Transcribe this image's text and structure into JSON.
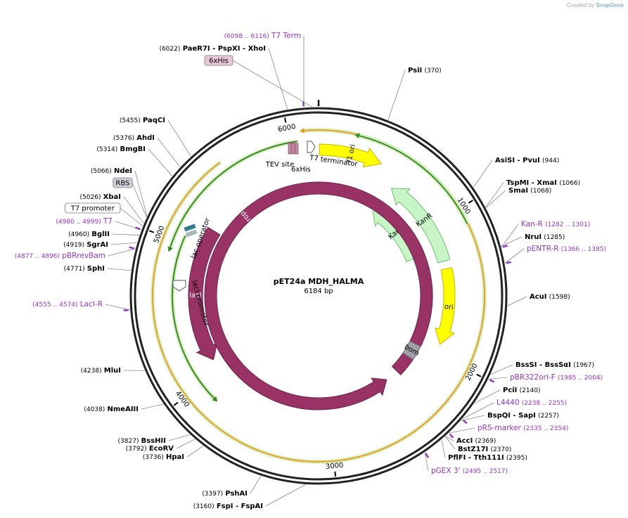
{
  "credit": {
    "prefix": "Created by",
    "brand": "SnapGene"
  },
  "title": "pET24a MDH_HALMA",
  "size_label": "6184 bp",
  "total_bp": 6184,
  "ticks": [
    "1000",
    "2000",
    "3000",
    "4000",
    "5000",
    "6000"
  ],
  "features": [
    {
      "name": "f1 ori",
      "start": 6,
      "end": 435,
      "dir": 1,
      "track": 1,
      "color": "#ffff00",
      "stroke": "#c8b400",
      "label": "f1 ori"
    },
    {
      "name": "KanR",
      "start": 1180,
      "end": 560,
      "dir": -1,
      "track": 2,
      "color": "#c8f5c8",
      "stroke": "#6cbf6c",
      "label": "KanR"
    },
    {
      "name": "KanR",
      "start": 1280,
      "end": 585,
      "dir": -1,
      "track": 1,
      "color": "#c8f5c8",
      "stroke": "#6cbf6c",
      "label": "KanR"
    },
    {
      "name": "ori",
      "start": 1340,
      "end": 1920,
      "dir": 1,
      "track": 1,
      "color": "#ffff00",
      "stroke": "#c8b400",
      "label": "ori"
    },
    {
      "name": "lacI",
      "start": 5185,
      "end": 4100,
      "dir": -1,
      "track": 1,
      "color": "#993366",
      "stroke": "#6e2249",
      "label": "lacI"
    },
    {
      "name": "rop",
      "start": 2300,
      "end": 2420,
      "dir": -1,
      "track": 2,
      "color": "#993366",
      "stroke": "#6e2249",
      "label": "rop"
    },
    {
      "name": "bom",
      "start": 2000,
      "end": 2130,
      "dir": 0,
      "track": 2,
      "color": "#a0a0a8",
      "stroke": "#70707a",
      "label": "bom"
    }
  ],
  "inner_arcs": [
    {
      "start": 5560,
      "end": 6100,
      "dir": -1,
      "r": 236,
      "color": "#e8a020",
      "label": "orange"
    },
    {
      "start": 6050,
      "end": 4950,
      "dir": -1,
      "r": 222,
      "color": "#3c8c1c",
      "label": ""
    },
    {
      "start": 1100,
      "end": 245,
      "dir": -1,
      "r": 235,
      "color": "#3c8c1c",
      "label": ""
    },
    {
      "start": 5055,
      "end": 3875,
      "dir": -1,
      "r": 208,
      "color": "#3c8c1c",
      "label": ""
    }
  ],
  "small_features": [
    {
      "name": "TEV site",
      "pos": 6148,
      "label": "TEV site"
    },
    {
      "name": "6xHis",
      "pos": 6170,
      "label": "6xHis"
    },
    {
      "name": "T7 terminator",
      "pos": 12,
      "label": "T7 terminator"
    },
    {
      "name": "lac operator",
      "pos": 5150,
      "label": "lac operator"
    },
    {
      "name": "lacI promoter",
      "pos": 5150,
      "label": "lacI promoter"
    }
  ],
  "labels_right": [
    {
      "pos": 370,
      "name": "PsiI",
      "coord": "(370)",
      "type": "enzyme"
    },
    {
      "pos": 944,
      "name": "AsiSI  - PvuI",
      "coord": "(944)",
      "type": "enzyme"
    },
    {
      "pos": 1066,
      "name": "TspMI  - XmaI",
      "coord": "(1066)",
      "type": "enzyme"
    },
    {
      "pos": 1068,
      "name": "SmaI",
      "coord": "(1068)",
      "type": "enzyme"
    },
    {
      "pos": 1290,
      "name": "Kan-R",
      "coord": "(1282 .. 1301)",
      "type": "primer"
    },
    {
      "pos": 1285,
      "name": "NruI",
      "coord": "(1285)",
      "type": "enzyme"
    },
    {
      "pos": 1375,
      "name": "pENTR-R",
      "coord": "(1366 .. 1385)",
      "type": "primer"
    },
    {
      "pos": 1598,
      "name": "AcuI",
      "coord": "(1598)",
      "type": "enzyme"
    },
    {
      "pos": 1967,
      "name": "BssSI  - BssSαI",
      "coord": "(1967)",
      "type": "enzyme"
    },
    {
      "pos": 1995,
      "name": "pBR322ori-F",
      "coord": "(1985 .. 2004)",
      "type": "primer"
    },
    {
      "pos": 2140,
      "name": "PciI",
      "coord": "(2140)",
      "type": "enzyme"
    },
    {
      "pos": 2245,
      "name": "L4440",
      "coord": "(2238 .. 2255)",
      "type": "primer"
    },
    {
      "pos": 2257,
      "name": "BspQI  - SapI",
      "coord": "(2257)",
      "type": "enzyme"
    },
    {
      "pos": 2345,
      "name": "pRS-marker",
      "coord": "(2335 .. 2354)",
      "type": "primer"
    },
    {
      "pos": 2369,
      "name": "AccI",
      "coord": "(2369)",
      "type": "enzyme"
    },
    {
      "pos": 2370,
      "name": "BstZ17I",
      "coord": "(2370)",
      "type": "enzyme"
    },
    {
      "pos": 2395,
      "name": "PflFI  - Tth111I",
      "coord": "(2395)",
      "type": "enzyme"
    },
    {
      "pos": 2505,
      "name": "pGEX 3'",
      "coord": "(2495 .. 2517)",
      "type": "primer"
    }
  ],
  "labels_left": [
    {
      "pos": 6022,
      "name": "PaeR7I  - PspXI  - XhoI",
      "coord": "(6022)",
      "type": "enzyme"
    },
    {
      "pos": 6107,
      "name": "T7 Term",
      "coord": "(6098 .. 6116)",
      "type": "primer"
    },
    {
      "pos": 6150,
      "name": "6xHis",
      "coord": "",
      "type": "boxed"
    },
    {
      "pos": 5455,
      "name": "PaqCI",
      "coord": "(5455)",
      "type": "enzyme"
    },
    {
      "pos": 5376,
      "name": "AhdI",
      "coord": "(5376)",
      "type": "enzyme"
    },
    {
      "pos": 5314,
      "name": "BmgBI",
      "coord": "(5314)",
      "type": "enzyme"
    },
    {
      "pos": 5066,
      "name": "NdeI",
      "coord": "(5066)",
      "type": "enzyme"
    },
    {
      "pos": 5060,
      "name": "RBS",
      "coord": "",
      "type": "boxed"
    },
    {
      "pos": 5026,
      "name": "XbaI",
      "coord": "(5026)",
      "type": "enzyme"
    },
    {
      "pos": 5010,
      "name": "T7 promoter",
      "coord": "",
      "type": "boxed"
    },
    {
      "pos": 4990,
      "name": "T7",
      "coord": "(4980 .. 4999)",
      "type": "primer"
    },
    {
      "pos": 4960,
      "name": "BglII",
      "coord": "(4960)",
      "type": "enzyme"
    },
    {
      "pos": 4919,
      "name": "SgrAI",
      "coord": "(4919)",
      "type": "enzyme"
    },
    {
      "pos": 4886,
      "name": "pBRrevBam",
      "coord": "(4877 .. 4896)",
      "type": "primer"
    },
    {
      "pos": 4771,
      "name": "SphI",
      "coord": "(4771)",
      "type": "enzyme"
    },
    {
      "pos": 4565,
      "name": "LacI-R",
      "coord": "(4555 .. 4574)",
      "type": "primer"
    },
    {
      "pos": 4238,
      "name": "MluI",
      "coord": "(4238)",
      "type": "enzyme"
    },
    {
      "pos": 4038,
      "name": "NmeAIII",
      "coord": "(4038)",
      "type": "enzyme"
    },
    {
      "pos": 3827,
      "name": "BssHII",
      "coord": "(3827)",
      "type": "enzyme"
    },
    {
      "pos": 3792,
      "name": "EcoRV",
      "coord": "(3792)",
      "type": "enzyme"
    },
    {
      "pos": 3736,
      "name": "HpaI",
      "coord": "(3736)",
      "type": "enzyme"
    },
    {
      "pos": 3397,
      "name": "PshAI",
      "coord": "(3397)",
      "type": "enzyme"
    },
    {
      "pos": 3160,
      "name": "FspI  - FspAI",
      "coord": "(3160)",
      "type": "enzyme"
    }
  ],
  "colors": {
    "backbone": "#222222",
    "primer": "#9933cc",
    "enzyme": "#000000",
    "coord": "#000000",
    "leader": "#888888",
    "boxed_fill": "#e8c8d8",
    "boxed_grey": "#d0d0d8"
  }
}
